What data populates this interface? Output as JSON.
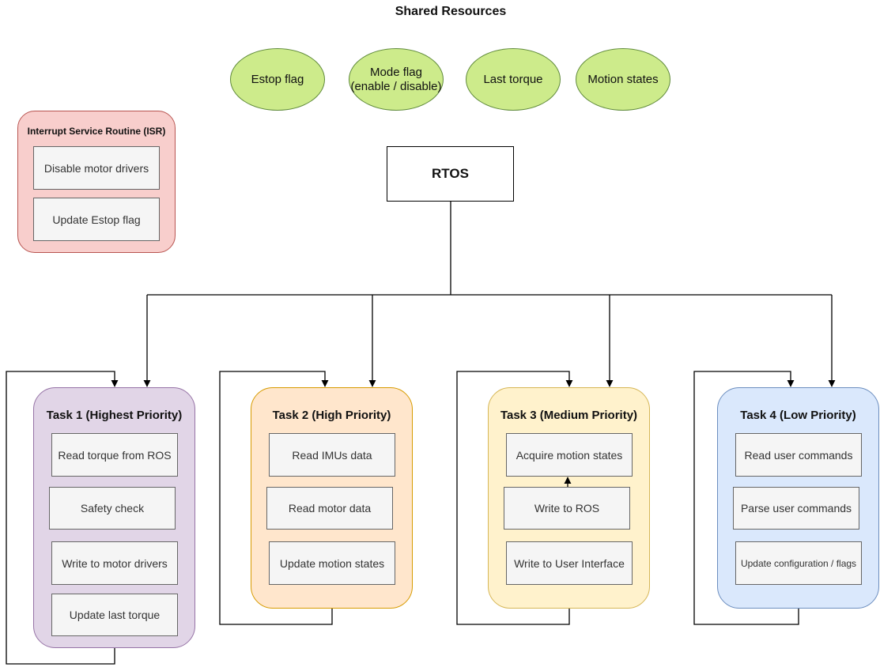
{
  "diagram": {
    "title": "Shared Resources",
    "shared_resources": [
      "Estop flag",
      "Mode flag\n(enable / disable)",
      "Last torque",
      "Motion states"
    ],
    "isr": {
      "title": "Interrupt Service Routine (ISR)",
      "steps": [
        "Disable motor drivers",
        "Update Estop flag"
      ]
    },
    "rtos_label": "RTOS",
    "tasks": [
      {
        "title": "Task 1 (Highest Priority)",
        "fill": "#e1d5e7",
        "stroke": "#9673a6",
        "steps": [
          "Read torque from ROS",
          "Safety check",
          "Write to motor drivers",
          "Update last torque"
        ]
      },
      {
        "title": "Task 2 (High Priority)",
        "fill": "#ffe6cc",
        "stroke": "#d79b00",
        "steps": [
          "Read IMUs data",
          "Read motor data",
          "Update motion states"
        ]
      },
      {
        "title": "Task 3 (Medium Priority)",
        "fill": "#fff2cc",
        "stroke": "#d6b656",
        "steps": [
          "Acquire motion states",
          "Write to ROS",
          "Write to User Interface"
        ]
      },
      {
        "title": "Task 4 (Low Priority)",
        "fill": "#dae8fc",
        "stroke": "#6c8ebf",
        "steps": [
          "Read user commands",
          "Parse user commands",
          "Update configuration / flags"
        ]
      }
    ],
    "colors": {
      "resource_fill": "#cdeb8b",
      "resource_stroke": "#5f8a3a",
      "isr_fill": "#f8cecc",
      "isr_stroke": "#b85450",
      "step_fill": "#f5f5f5"
    }
  }
}
